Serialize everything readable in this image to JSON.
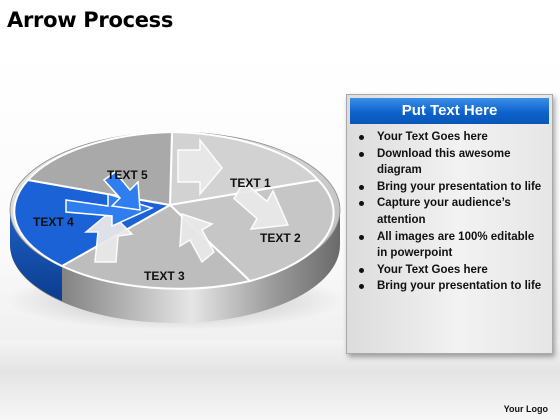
{
  "slide": {
    "title": "Arrow Process"
  },
  "diagram": {
    "labels": [
      "TEXT 1",
      "TEXT 2",
      "TEXT 3",
      "TEXT 4",
      "TEXT 5"
    ],
    "highlight_color": "#1a5fd1",
    "segment_color": "#bfbfbf"
  },
  "text_box": {
    "header": "Put Text Here",
    "bullets": [
      "Your Text Goes here",
      "Download this awesome diagram",
      "Bring your presentation to life",
      "Capture your audience’s attention",
      "All images are 100% editable in powerpoint",
      "Your Text Goes here",
      "Bring your presentation to life"
    ]
  },
  "footer": {
    "logo": "Your Logo"
  }
}
